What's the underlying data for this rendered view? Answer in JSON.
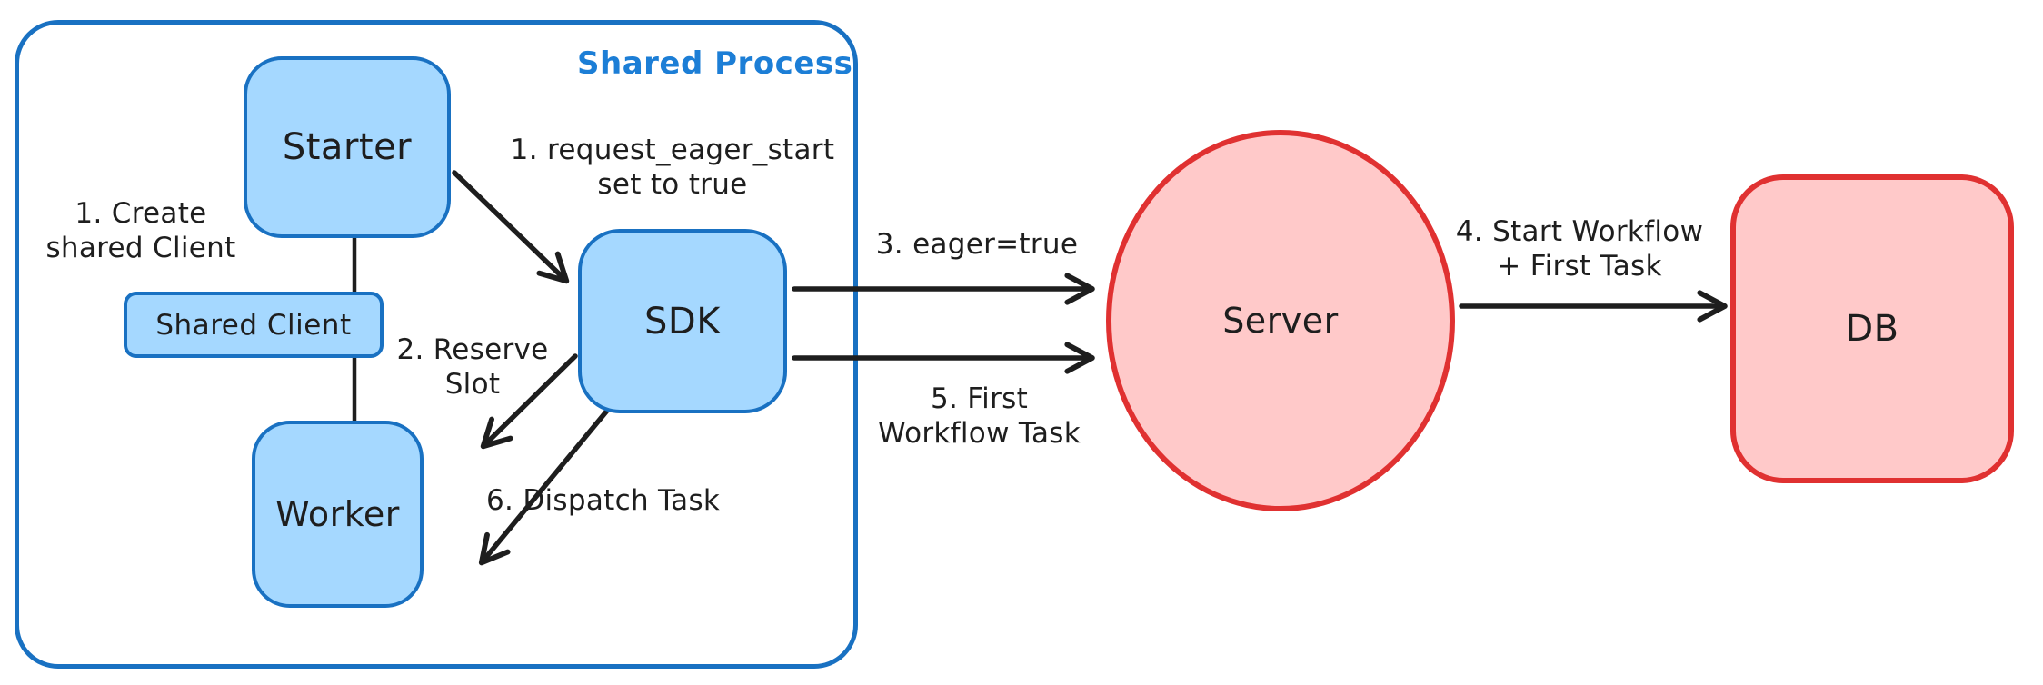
{
  "diagram": {
    "container_label": "Shared Process",
    "nodes": {
      "starter": {
        "label": "Starter"
      },
      "shared_client": {
        "label": "Shared Client"
      },
      "worker": {
        "label": "Worker"
      },
      "sdk": {
        "label": "SDK"
      },
      "server": {
        "label": "Server"
      },
      "db": {
        "label": "DB"
      }
    },
    "annotations": {
      "create_client": {
        "line1": "1. Create",
        "line2": "shared Client"
      },
      "request_eager_start": {
        "line1": "1. request_eager_start",
        "line2": "set to true"
      },
      "reserve_slot": {
        "line1": "2. Reserve",
        "line2": "Slot"
      },
      "dispatch_task": {
        "line1": "6. Dispatch Task"
      },
      "eager_true": {
        "line1": "3. eager=true"
      },
      "first_workflow_task": {
        "line1": "5. First",
        "line2": "Workflow Task"
      },
      "start_workflow": {
        "line1": "4. Start Workflow",
        "line2": "+ First Task"
      }
    },
    "colors": {
      "blue_stroke": "#1971c2",
      "blue_fill": "#a5d8ff",
      "blue_label": "#1c7ed6",
      "red_stroke": "#e03131",
      "red_fill": "#ffc9c9",
      "connector": "#1e1e1e",
      "text": "#1e1e1e",
      "background": "#ffffff"
    }
  }
}
